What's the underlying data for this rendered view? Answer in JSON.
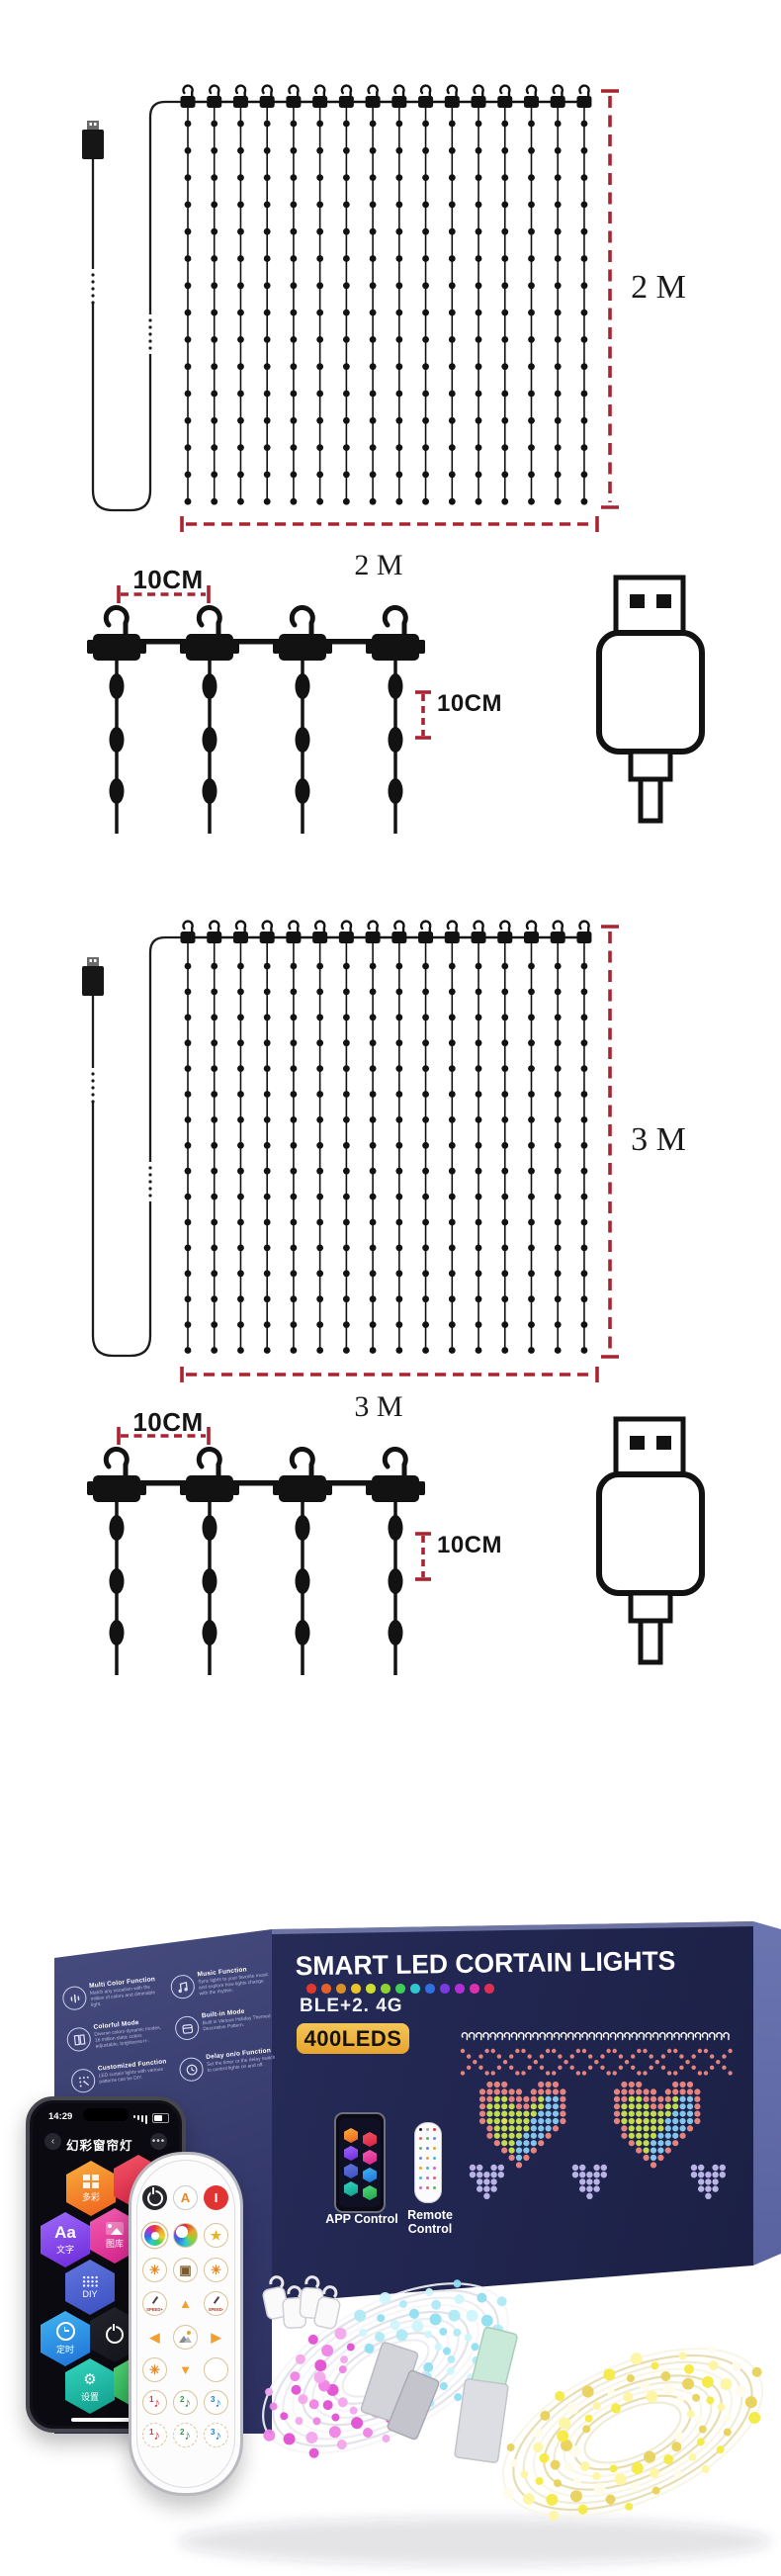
{
  "meta": {
    "background": "#ffffff",
    "dimension_red": "#a92430",
    "ink": "#141414",
    "gold": "#e7a42e"
  },
  "diagrams": {
    "curtain_2m": {
      "side_label": "2 M",
      "bottom_label": "2 M",
      "columns": 16,
      "led_rows": 15
    },
    "closeup_2m": {
      "hook_gap_label": "10CM",
      "led_gap_label": "10CM"
    },
    "curtain_3m": {
      "side_label": "3 M",
      "bottom_label": "3 M",
      "columns": 16,
      "led_rows": 16
    },
    "closeup_3m": {
      "hook_gap_label": "10CM",
      "led_gap_label": "10CM"
    }
  },
  "box": {
    "title": "SMART LED CORTAIN LIGHTS",
    "wireless_label": "BLE+2. 4G",
    "count_badge": "400LEDS",
    "app_control_label": "APP Control",
    "remote_control_label": "Remote Control",
    "palette_dots": [
      "#e03a2f",
      "#e4622a",
      "#dd8f27",
      "#ecc525",
      "#cdde2e",
      "#8ed32f",
      "#3fcf58",
      "#2fc8cf",
      "#2f6fe0",
      "#7a3ae0",
      "#b52fd6",
      "#dd2fae",
      "#e02f55"
    ],
    "features": [
      {
        "icon": "volume",
        "title": "Multi Color Function",
        "desc": "Match any occasion with the million of colors and dimmable light."
      },
      {
        "icon": "music",
        "title": "Music Function",
        "desc": "Sync lights to your favorite music and explore how lights change with the rhythm."
      },
      {
        "icon": "grid",
        "title": "Colorful Mode",
        "desc": "Diverse colors dynamic modes, 16 million static colors adjustable, brightness+/-."
      },
      {
        "icon": "calendar",
        "title": "Built-in Mode",
        "desc": "Built in Various Holiday Themed Decorative Pattern."
      },
      {
        "icon": "pattern",
        "title": "Customized Function",
        "desc": "LED curtain lights with various patterns can be DIY."
      },
      {
        "icon": "clock",
        "title": "Delay on/o Function",
        "desc": "Set the timer or the delay switch to control lights on and off."
      }
    ],
    "led_art": {
      "hook_count": 38,
      "hook_color": "#ffffff",
      "zigzag_color": "#e5837e",
      "zigzag_unit": [
        "X...X",
        ".X.X.",
        "..X..",
        ".X.X.",
        "X...X"
      ],
      "zigzag_repeat": 9,
      "heart_colors": {
        "P": "#e5837e",
        "G": "#c3dc4d",
        "B": "#82c6ec",
        "Y": "#e3de52"
      },
      "heart_rows": [
        ".PPP....PPP..",
        "PPPPPP.PPPPP.",
        "PPGGPPPPGBBP.",
        "PGGGGPPGGBBP.",
        "PGGGGGGGBBBP.",
        "PGGYGGGBBBBP.",
        ".PGGGGGBBBP..",
        ".PGGGGBBBP...",
        "..PGGBBBP....",
        "...PGBBP.....",
        "....PBP......",
        ".....P......."
      ],
      "arrow_color": "#b9b3e6",
      "arrow_rows": [
        "XX.XX",
        "XXXXX",
        ".XXX.",
        ".XXX.",
        "..X.."
      ]
    }
  },
  "phone": {
    "status_time": "14:29",
    "app_title": "幻彩窗帘灯",
    "back_icon": "‹",
    "menu_icon": "•••",
    "hex_buttons": [
      {
        "id": "multicolor",
        "label": "多彩",
        "icon": "grid",
        "c1": "#f9b03c",
        "c2": "#ee5f1d"
      },
      {
        "id": "red",
        "label": "",
        "icon": "none",
        "c1": "#f05565",
        "c2": "#d81f43"
      },
      {
        "id": "text",
        "label": "文字",
        "icon": "Aa",
        "c1": "#9d6bfa",
        "c2": "#6d28d9"
      },
      {
        "id": "gallery",
        "label": "图库",
        "icon": "pic",
        "c1": "#f25fb0",
        "c2": "#d6218b"
      },
      {
        "id": "diy",
        "label": "DIY",
        "icon": "dots",
        "c1": "#6277e0",
        "c2": "#3b4fc0"
      },
      {
        "id": "timer",
        "label": "定时",
        "icon": "clock",
        "c1": "#41b6f2",
        "c2": "#1e6fd6"
      },
      {
        "id": "power",
        "label": "",
        "icon": "power",
        "c1": "#23242c",
        "c2": "#14151b"
      },
      {
        "id": "settings",
        "label": "设置",
        "icon": "gear",
        "c1": "#35d6c0",
        "c2": "#0f9c8a"
      },
      {
        "id": "green",
        "label": "",
        "icon": "none",
        "c1": "#58d878",
        "c2": "#1fa24c"
      }
    ]
  },
  "remote": {
    "buttons": [
      {
        "r": 0,
        "c": 0,
        "t": "power"
      },
      {
        "r": 0,
        "c": 1,
        "t": "label",
        "label": "A",
        "fg": "#e8882a",
        "ring": "#c9c9cf"
      },
      {
        "r": 0,
        "c": 2,
        "t": "label",
        "label": "I",
        "fg": "#ffffff",
        "bg": "#e23333"
      },
      {
        "r": 1,
        "c": 0,
        "t": "wheel"
      },
      {
        "r": 1,
        "c": 1,
        "t": "palette"
      },
      {
        "r": 1,
        "c": 2,
        "t": "label",
        "label": "★",
        "fg": "#e8b32a",
        "ring": "#d9c49a"
      },
      {
        "r": 2,
        "c": 0,
        "t": "label",
        "label": "☀",
        "fg": "#e8882a",
        "ring": "#d9c49a"
      },
      {
        "r": 2,
        "c": 1,
        "t": "label",
        "label": "▣",
        "fg": "#7a5a2a",
        "ring": "#d9c49a"
      },
      {
        "r": 2,
        "c": 2,
        "t": "label",
        "label": "☀",
        "fg": "#e8882a",
        "ring": "#d9c49a"
      },
      {
        "r": 3,
        "c": 0,
        "t": "gauge",
        "label": "SPEED+"
      },
      {
        "r": 3,
        "c": 1,
        "t": "label",
        "label": "▲",
        "fg": "#f0a030"
      },
      {
        "r": 3,
        "c": 2,
        "t": "gauge",
        "label": "SPEED-"
      },
      {
        "r": 4,
        "c": 0,
        "t": "label",
        "label": "◀",
        "fg": "#f0a030"
      },
      {
        "r": 4,
        "c": 1,
        "t": "pic"
      },
      {
        "r": 4,
        "c": 2,
        "t": "label",
        "label": "▶",
        "fg": "#f0a030"
      },
      {
        "r": 5,
        "c": 0,
        "t": "label",
        "label": "✳",
        "fg": "#e8882a",
        "ring": "#d9c49a"
      },
      {
        "r": 5,
        "c": 1,
        "t": "label",
        "label": "▼",
        "fg": "#f0a030"
      },
      {
        "r": 5,
        "c": 2,
        "t": "label",
        "label": "",
        "ring": "#d9c49a"
      },
      {
        "r": 6,
        "c": 0,
        "t": "music",
        "label": "1",
        "fg": "#d63333"
      },
      {
        "r": 6,
        "c": 1,
        "t": "music",
        "label": "2",
        "fg": "#2a9a4a"
      },
      {
        "r": 6,
        "c": 2,
        "t": "music",
        "label": "3",
        "fg": "#2a7ad0"
      },
      {
        "r": 7,
        "c": 0,
        "t": "music",
        "label": "1",
        "fg": "#d63333",
        "dashed": true
      },
      {
        "r": 7,
        "c": 1,
        "t": "music",
        "label": "2",
        "fg": "#2a9a4a",
        "dashed": true
      },
      {
        "r": 7,
        "c": 2,
        "t": "music",
        "label": "3",
        "fg": "#2a7ad0",
        "dashed": true
      }
    ]
  }
}
